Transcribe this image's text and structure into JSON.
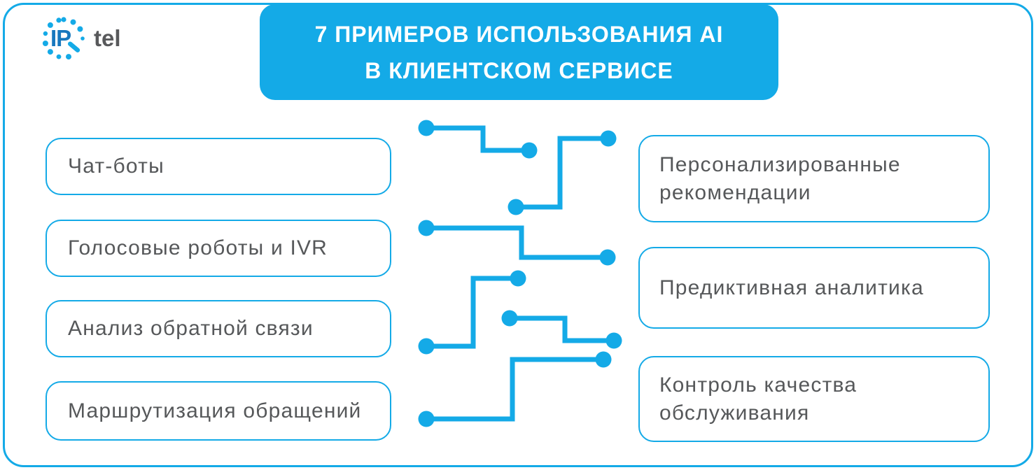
{
  "logo": {
    "part1": "IP",
    "part2": "tel"
  },
  "header": {
    "line1": "7 ПРИМЕРОВ ИСПОЛЬЗОВАНИЯ AI",
    "line2": "В КЛИЕНТСКОМ СЕРВИСЕ"
  },
  "left_items": [
    {
      "label": "Чат-боты"
    },
    {
      "label": "Голосовые роботы и IVR"
    },
    {
      "label": "Анализ обратной связи"
    },
    {
      "label": "Маршрутизация обращений"
    }
  ],
  "right_items": [
    {
      "label": "Персонализированные рекомендации"
    },
    {
      "label": "Предиктивная аналитика"
    },
    {
      "label": "Контроль качества обслуживания"
    }
  ],
  "colors": {
    "accent": "#14aae7",
    "text": "#56585a",
    "header_text": "#ffffff",
    "logo_ip": "#1878be",
    "logo_tel": "#58595b",
    "bg": "#ffffff"
  }
}
